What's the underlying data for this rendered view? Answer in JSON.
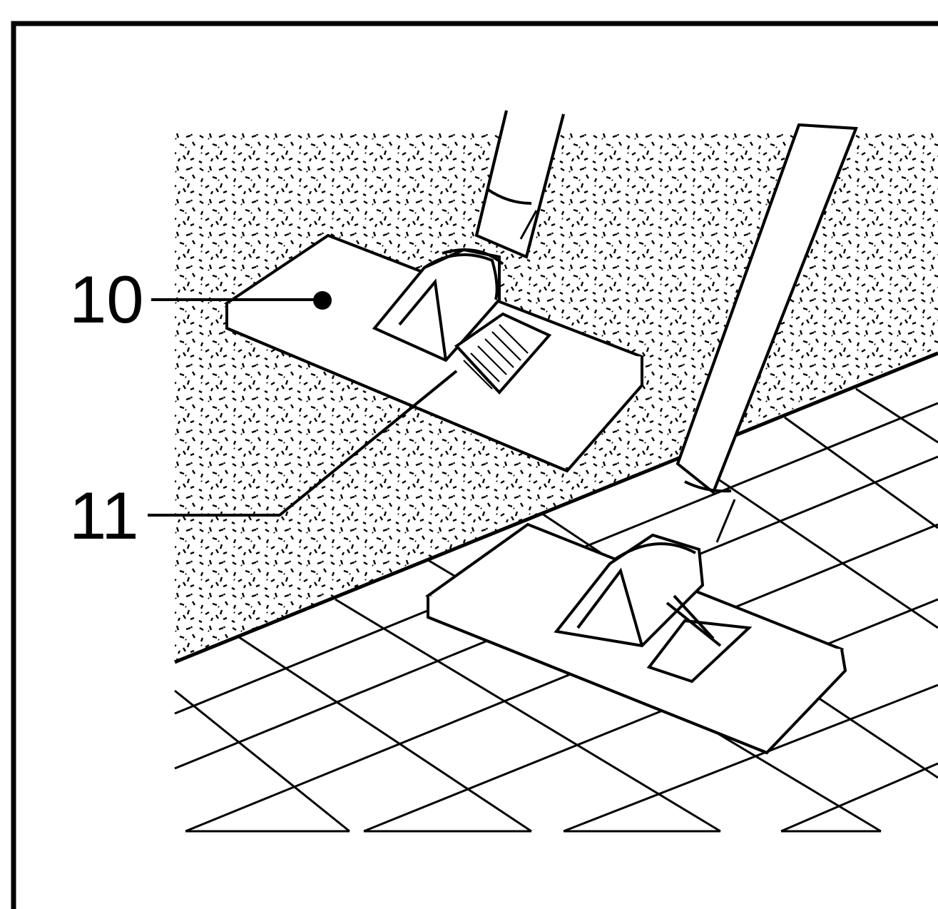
{
  "figure": {
    "description_labels": [
      {
        "id": "10",
        "text": "10"
      },
      {
        "id": "11",
        "text": "11"
      }
    ]
  },
  "colors": {
    "ink": "#000000",
    "paper": "#ffffff"
  }
}
